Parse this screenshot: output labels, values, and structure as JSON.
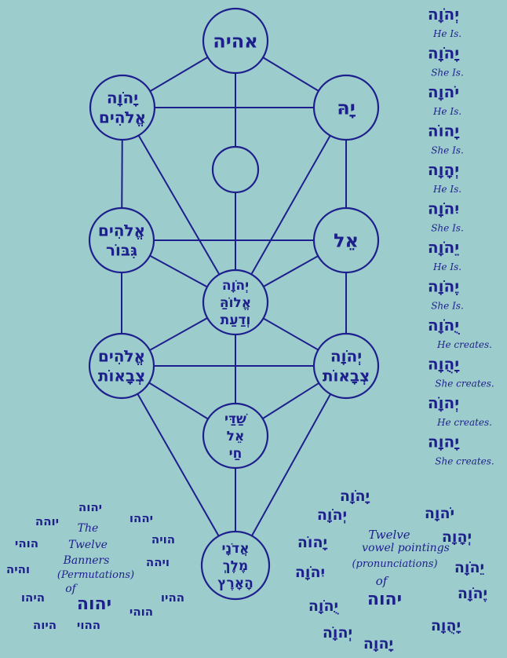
{
  "colors": {
    "background": "#9dcccc",
    "ink": "#1d1f8c"
  },
  "sephiroth": [
    {
      "lines": [
        "אהיה"
      ]
    },
    {
      "lines": [
        "יָהֹוָה",
        "אֱלֹהִים"
      ]
    },
    {
      "lines": [
        "יָהּ"
      ]
    },
    {
      "lines": []
    },
    {
      "lines": [
        "אֱלֹהִים",
        "גִּבּוֹר"
      ]
    },
    {
      "lines": [
        "אֵל"
      ]
    },
    {
      "lines": [
        "יְהֹוָה",
        "אֱלוֹהַּ",
        "וְדַעַת"
      ]
    },
    {
      "lines": [
        "אֱלֹהִים",
        "צְבָאוֹת"
      ]
    },
    {
      "lines": [
        "יְהֹוָה",
        "צְבָאוֹת"
      ]
    },
    {
      "lines": [
        "שַׁדַּי",
        "אֵל",
        "חַי"
      ]
    },
    {
      "lines": [
        "אֲדֹנָי",
        "מֶלֶךְ",
        "הָאָרֶץ"
      ]
    }
  ],
  "right_column": [
    {
      "hebrew": "יְהֹוָה",
      "english": "He Is."
    },
    {
      "hebrew": "יָהֹוָה",
      "english": "She Is."
    },
    {
      "hebrew": "יֹהוָה",
      "english": "He Is."
    },
    {
      "hebrew": "יָהוֹה",
      "english": "She Is."
    },
    {
      "hebrew": "יְהָוָה",
      "english": "He Is."
    },
    {
      "hebrew": "יִהֹוָה",
      "english": "She Is."
    },
    {
      "hebrew": "יֵהֹוָה",
      "english": "He Is."
    },
    {
      "hebrew": "יֶהֹוָה",
      "english": "She Is."
    },
    {
      "hebrew": "יֻהֹוָה",
      "english": "He creates."
    },
    {
      "hebrew": "יָהֻוָה",
      "english": "She creates."
    },
    {
      "hebrew": "יְהוָֹה",
      "english": "He creates."
    },
    {
      "hebrew": "יָהוָה",
      "english": "She creates."
    }
  ],
  "banners": {
    "caption": [
      "The",
      "Twelve",
      "Banners",
      "(Permutations)",
      "of"
    ],
    "center": "יהוה",
    "words": [
      "יהוה",
      "יההו",
      "יוהה",
      "הויה",
      "הוהי",
      "ויהה",
      "והיה",
      "ההיו",
      "היהו",
      "הוהי",
      "ההוי",
      "היוה"
    ]
  },
  "vowels": {
    "caption": [
      "Twelve",
      "vowel pointings",
      "(pronunciations)",
      "of"
    ],
    "center": "יהוה",
    "words": [
      "יָהֹוָה",
      "יְהֹוָה",
      "יֹהוָה",
      "יָהוֹה",
      "יְהָוָה",
      "יִהֹוָה",
      "יֵהֹוָה",
      "יֶהֹוָה",
      "יֻהֹוָה",
      "יָהֻוָה",
      "יְהוָֹה",
      "יָהוָה"
    ]
  }
}
